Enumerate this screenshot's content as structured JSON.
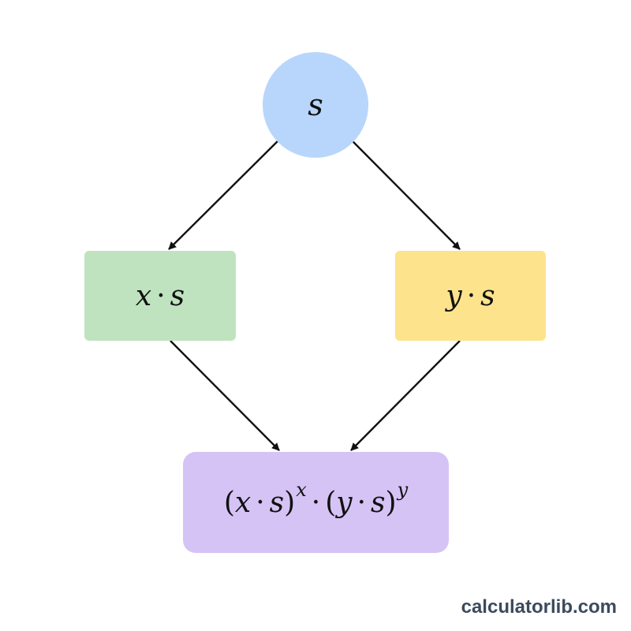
{
  "diagram": {
    "nodes": {
      "s": {
        "var": "s",
        "color": "#b8d6fb"
      },
      "xs": {
        "a": "x",
        "op": "·",
        "b": "s",
        "color": "#bfe3bf"
      },
      "ys": {
        "a": "y",
        "op": "·",
        "b": "s",
        "color": "#fde38c"
      },
      "result": {
        "open1": "(",
        "a1": "x",
        "op1": "·",
        "b1": "s",
        "close1": ")",
        "exp1": "x",
        "op_mid": "·",
        "open2": "(",
        "a2": "y",
        "op2": "·",
        "b2": "s",
        "close2": ")",
        "exp2": "y",
        "color": "#d5c3f5"
      }
    },
    "edges": [
      {
        "from": "s",
        "to": "xs"
      },
      {
        "from": "s",
        "to": "ys"
      },
      {
        "from": "xs",
        "to": "result"
      },
      {
        "from": "ys",
        "to": "result"
      }
    ],
    "edge_color": "#111111"
  },
  "watermark": "calculatorlib.com"
}
